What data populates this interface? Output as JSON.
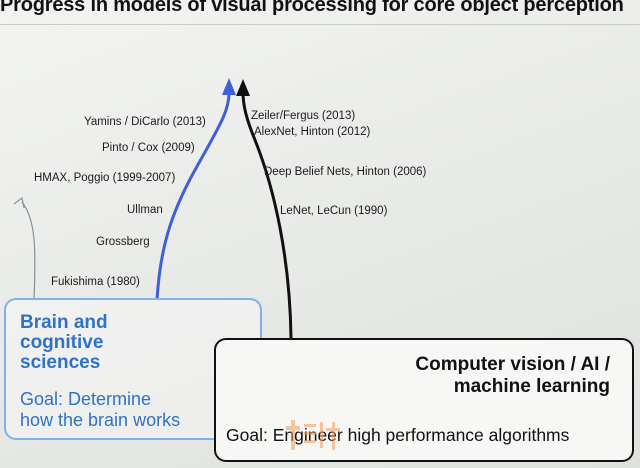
{
  "title": "Progress in models of visual processing for core object perception",
  "left_track": {
    "labels": [
      "Yamins / DiCarlo (2013)",
      "Pinto / Cox (2009)",
      "HMAX, Poggio (1999-2007)",
      "Ullman",
      "Grossberg",
      "Fukishima (1980)"
    ],
    "arrow_color": "#3f5fd8"
  },
  "right_track": {
    "labels": [
      "Zeiler/Fergus (2013)",
      "AlexNet, Hinton (2012)",
      "Deep Belief Nets, Hinton (2006)",
      "LeNet, LeCun (1990)"
    ],
    "arrow_color": "#111111"
  },
  "brain_box": {
    "title": "Brain and\ncognitive\nsciences",
    "goal": "Goal:  Determine\nhow the brain works",
    "color": "#2f72c7"
  },
  "cv_box": {
    "title": "Computer vision / AI /\nmachine learning",
    "goal": "Goal:  Engineer high performance algorithms"
  }
}
